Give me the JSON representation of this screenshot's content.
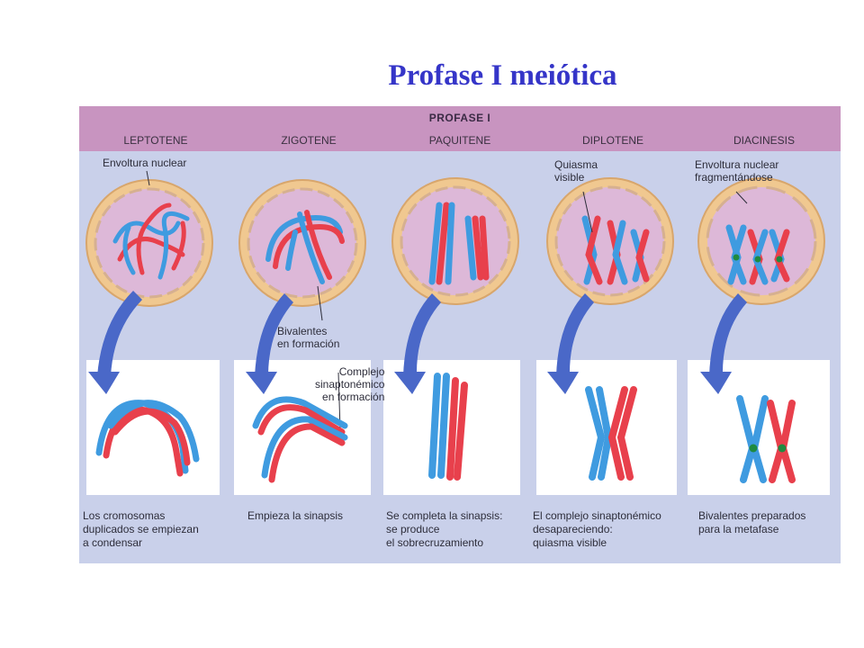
{
  "title": "Profase I meiótica",
  "figure": {
    "band_title": "PROFASE I",
    "stages": [
      {
        "name": "LEPTOTENE",
        "caption": [
          "Los cromosomas",
          "duplicados se empiezan",
          "a condensar"
        ]
      },
      {
        "name": "ZIGOTENE",
        "caption": [
          "Empieza la sinapsis"
        ]
      },
      {
        "name": "PAQUITENE",
        "caption": [
          "Se completa la sinapsis:",
          "se produce",
          "el sobrecruzamiento"
        ]
      },
      {
        "name": "DIPLOTENE",
        "caption": [
          "El complejo sinaptonémico",
          "desapareciendo:",
          "quiasma visible"
        ]
      },
      {
        "name": "DIACINESIS",
        "caption": [
          "Bivalentes preparados",
          "para la metafase"
        ]
      }
    ],
    "labels": {
      "envoltura": "Envoltura nuclear",
      "bivalentes": [
        "Bivalentes",
        "en formación"
      ],
      "complejo": [
        "Complejo",
        "sinaptonémico",
        "en formación"
      ],
      "quiasma": [
        "Quiasma",
        "visible"
      ],
      "envoltura_frag": [
        "Envoltura nuclear",
        "fragmentándose"
      ]
    }
  },
  "colors": {
    "title": "#3535c8",
    "band": "#c894c0",
    "background": "#c9d0ea",
    "nucleus_ring": "#f0c890",
    "nucleus_inner": "#ddb8d8",
    "chromosome_blue": "#3f9be0",
    "chromosome_red": "#e8404c",
    "arrow": "#4a68c8"
  }
}
